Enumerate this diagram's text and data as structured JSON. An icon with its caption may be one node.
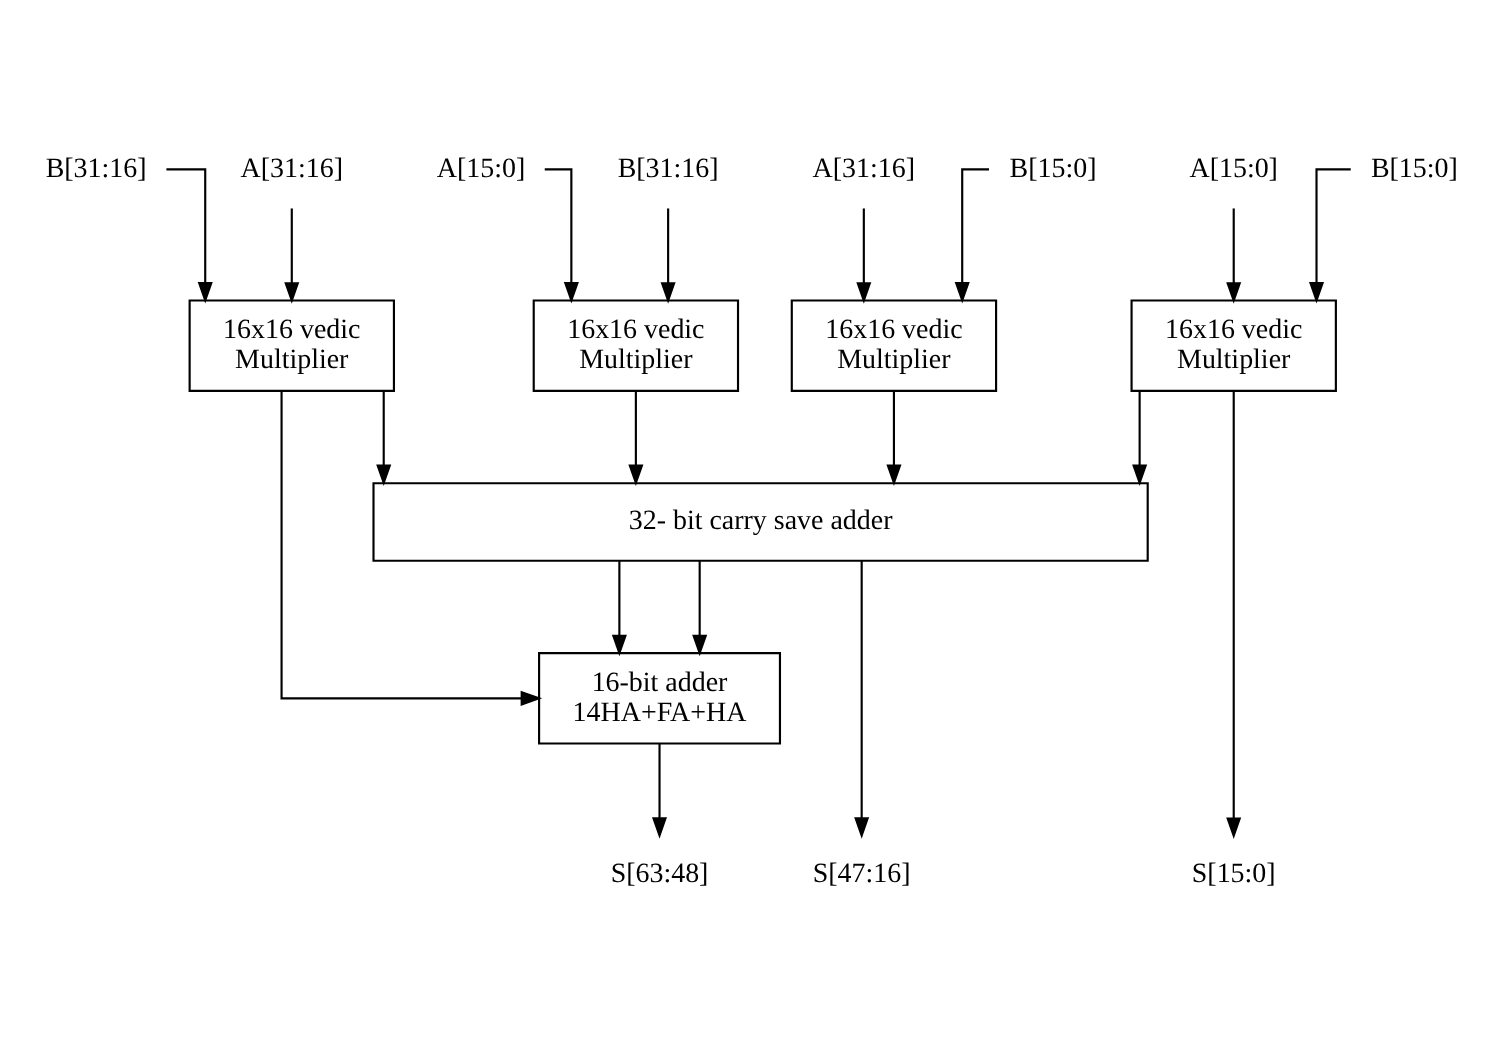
{
  "diagram": {
    "nodes": [
      {
        "text": [
          "B[31:16]"
        ]
      },
      {
        "text": [
          "A[31:16]"
        ]
      },
      {
        "text": [
          "A[15:0]"
        ]
      },
      {
        "text": [
          "B[31:16]"
        ]
      },
      {
        "text": [
          "A[31:16]"
        ]
      },
      {
        "text": [
          "B[15:0]"
        ]
      },
      {
        "text": [
          "A[15:0]"
        ]
      },
      {
        "text": [
          "B[15:0]"
        ]
      },
      {
        "text": [
          "16x16 vedic Multiplier"
        ]
      },
      {
        "text": [
          "16x16 vedic Multiplier"
        ]
      },
      {
        "text": [
          "16x16 vedic Multiplier"
        ]
      },
      {
        "text": [
          "16x16 vedic Multiplier"
        ]
      },
      {
        "text": [
          "32- bit carry save adder"
        ]
      },
      {
        "text": [
          "16-bit adder 14HA+FA+HA"
        ]
      },
      {
        "text": [
          "S[63:48]"
        ]
      },
      {
        "text": [
          "S[47:16]"
        ]
      },
      {
        "text": [
          "S[15:0]"
        ]
      }
    ],
    "edges": [
      {
        "from": 0,
        "to": 8,
        "arrow": "to"
      },
      {
        "from": 1,
        "to": 8,
        "arrow": "to"
      },
      {
        "from": 2,
        "to": 9,
        "arrow": "to"
      },
      {
        "from": 3,
        "to": 9,
        "arrow": "to"
      },
      {
        "from": 4,
        "to": 10,
        "arrow": "to"
      },
      {
        "from": 5,
        "to": 10,
        "arrow": "to"
      },
      {
        "from": 6,
        "to": 11,
        "arrow": "to"
      },
      {
        "from": 7,
        "to": 11,
        "arrow": "to"
      },
      {
        "from": 8,
        "to": 13,
        "arrow": "to"
      },
      {
        "from": 8,
        "to": 12,
        "arrow": "to"
      },
      {
        "from": 9,
        "to": 12,
        "arrow": "to"
      },
      {
        "from": 10,
        "to": 12,
        "arrow": "to"
      },
      {
        "from": 11,
        "to": 12,
        "arrow": "to"
      },
      {
        "from": 12,
        "to": 13,
        "arrow": "to"
      },
      {
        "from": 12,
        "to": 13,
        "arrow": "to"
      },
      {
        "from": 11,
        "to": 16,
        "arrow": "to"
      },
      {
        "from": 13,
        "to": 14,
        "arrow": "to"
      },
      {
        "from": 12,
        "to": 15,
        "arrow": "to"
      }
    ]
  }
}
